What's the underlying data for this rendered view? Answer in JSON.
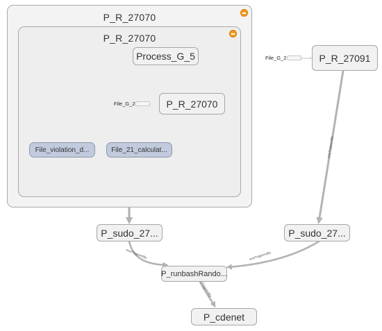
{
  "groups": {
    "outer": {
      "title": "P_R_27070"
    },
    "inner": {
      "title": "P_R_27070"
    }
  },
  "nodes": {
    "process_g5": "Process_G_5",
    "p_r_27070": "P_R_27070",
    "file_violation": "File_violation_d...",
    "file_21": "File_21_calculat...",
    "p_r_27091": "P_R_27091",
    "p_sudo_left": "P_sudo_27...",
    "p_sudo_right": "P_sudo_27...",
    "p_runbash": "P_runbashRando...",
    "p_cdenet": "P_cdenet"
  },
  "constants": {
    "file_g2_inner": "File_G_2",
    "file_g2_right": "File_G_2"
  },
  "edge_labels": {
    "wasInformedBy": "wasInformedBy",
    "wasGeneratedBy": "wasGeneratedBy",
    "used": "used",
    "wasTriggeredBy": "wasTriggeredBy"
  },
  "colors": {
    "edge": "#b3b3b3",
    "collapse_button": "#f39a1d",
    "file_node": "#c2cbdd",
    "process_node": "#f1f1f1"
  }
}
